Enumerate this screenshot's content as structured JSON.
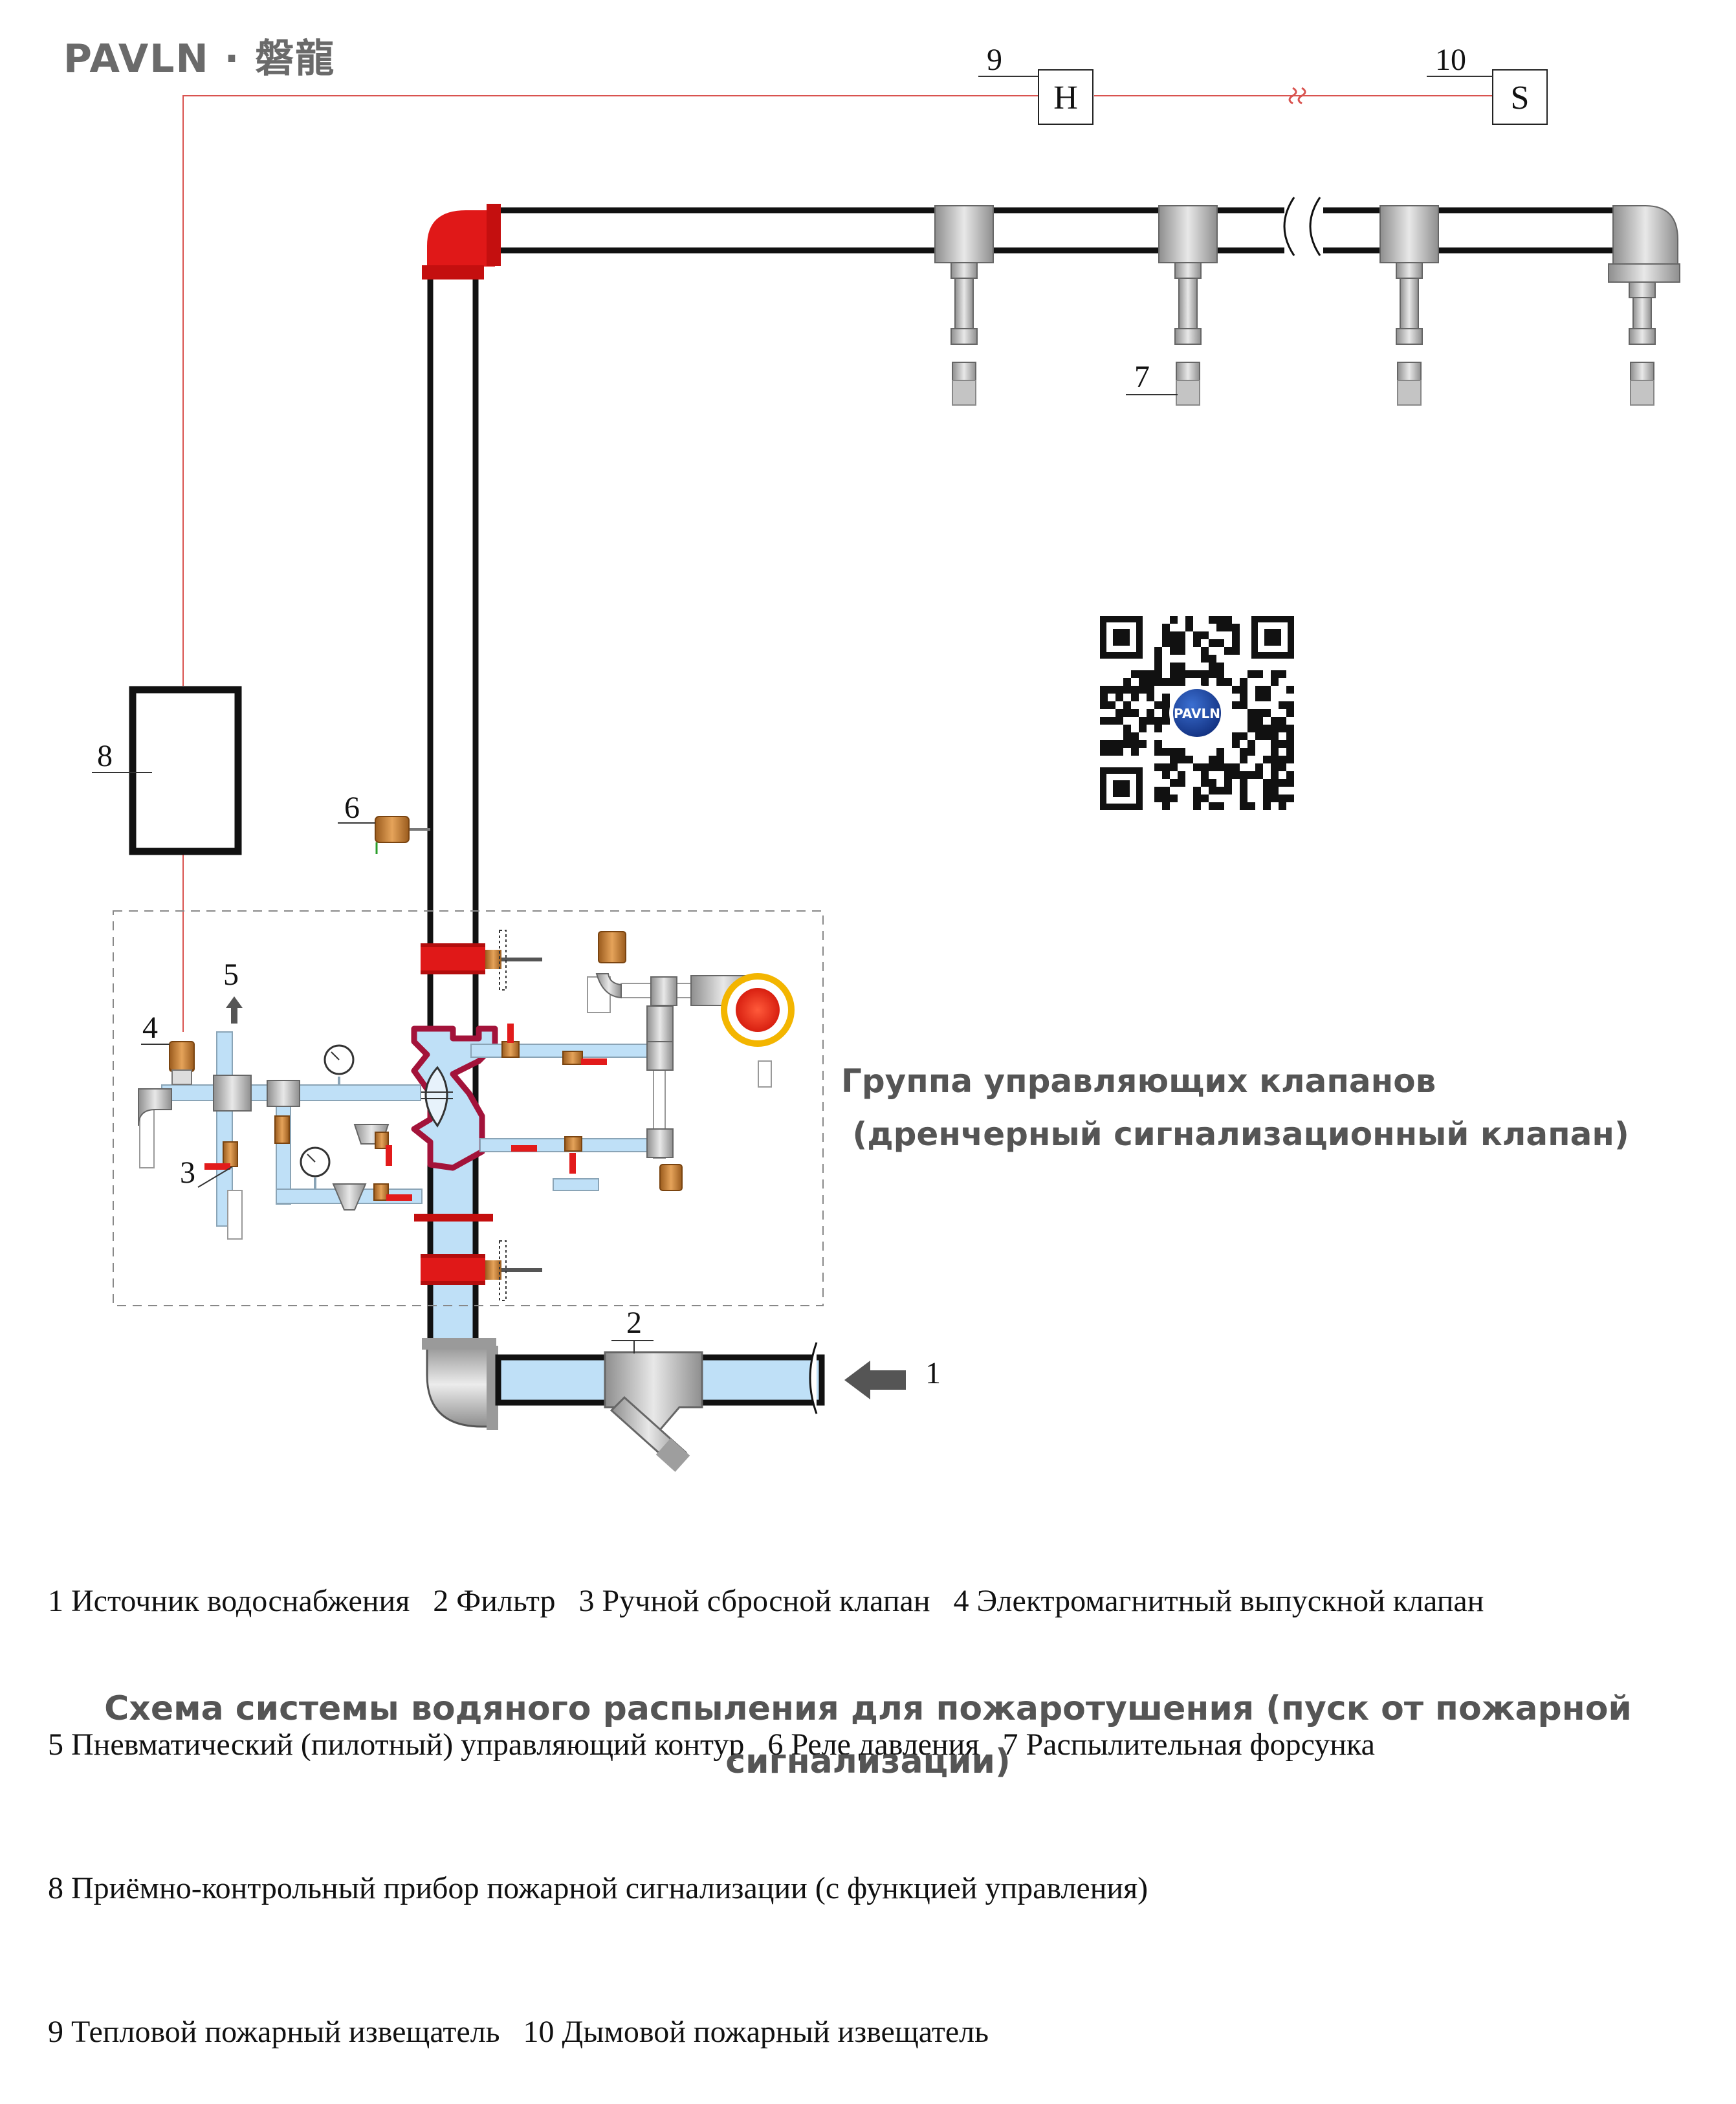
{
  "brand": {
    "logo_text": "PAVLN · 磐龍"
  },
  "qr": {
    "center_label": "PAVLN"
  },
  "callouts": {
    "n1": "1",
    "n2": "2",
    "n3": "3",
    "n4": "4",
    "n5": "5",
    "n6": "6",
    "n7": "7",
    "n8": "8",
    "n9": "9",
    "n10": "10"
  },
  "detectors": {
    "heat_letter": "H",
    "smoke_letter": "S"
  },
  "group": {
    "title_line1": "Группа управляющих клапанов",
    "title_line2": " (дренчерный сигнализационный клапан)"
  },
  "legend": {
    "line1": "1 Источник водоснабжения   2 Фильтр   3 Ручной сбросной клапан   4 Электромагнитный выпускной клапан",
    "line2": "5 Пневматический (пилотный) управляющий контур   6 Реле давления   7 Распылительная форсунка",
    "line3": "8 Приёмно-контрольный прибор пожарной сигнализации (с функцией управления)",
    "line4": "9 Тепловой пожарный извещатель   10 Дымовой пожарный извещатель"
  },
  "caption": {
    "line1": "Схема системы водяного распыления для пожаротушения (пуск от пожарной",
    "line2": "сигнализации)"
  },
  "colors": {
    "signal_wire": "#d9534f",
    "pipe_outline": "#111111",
    "water_fill": "#bfe0f7",
    "valve_red": "#e21b1b",
    "fitting_grey": "#b9b9b9",
    "title_grey": "#555555"
  }
}
